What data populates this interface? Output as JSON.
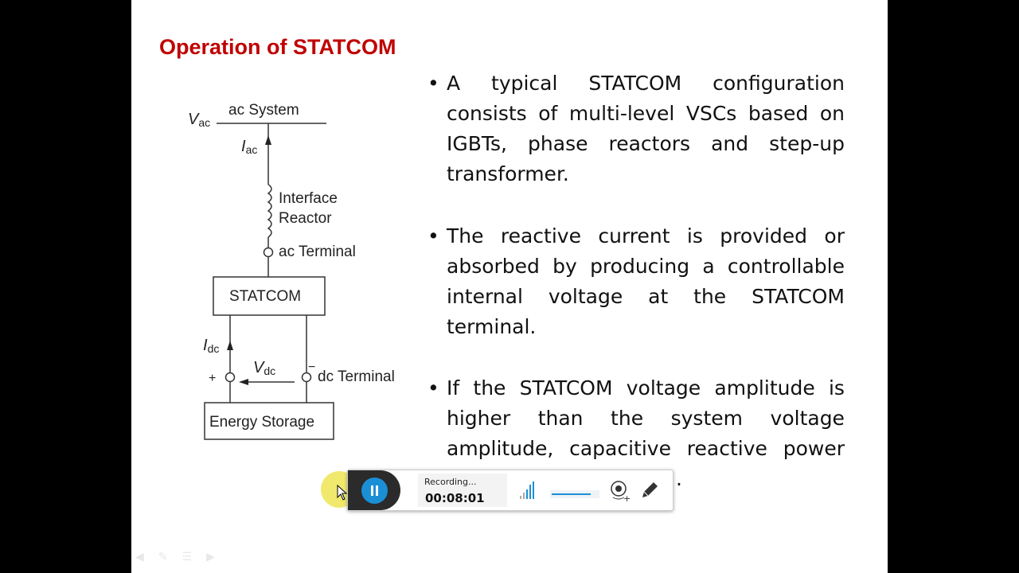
{
  "slide": {
    "title": "Operation of STATCOM",
    "bullets": [
      {
        "lines": [
          [
            "A",
            "typical",
            "STATCOM",
            "configuration"
          ],
          [
            "consists",
            "of",
            "multi-level",
            "VSCs",
            "based",
            "on"
          ],
          [
            "IGBTs,",
            "phase",
            "reactors",
            "and",
            "step-up"
          ],
          [
            "transformer."
          ]
        ]
      },
      {
        "lines": [
          [
            "The",
            "reactive",
            "current",
            "is",
            "provided",
            "or"
          ],
          [
            "absorbed",
            "by",
            "producing",
            "a",
            "controllable"
          ],
          [
            "internal",
            "voltage",
            "at",
            "the",
            "STATCOM"
          ],
          [
            "terminal."
          ]
        ]
      },
      {
        "lines": [
          [
            "If",
            "the",
            "STATCOM",
            "voltage",
            "amplitude",
            "is"
          ],
          [
            "higher",
            "than",
            "the",
            "system",
            "voltage"
          ],
          [
            "amplitude,",
            "capacitive",
            "reactive",
            "power"
          ]
        ],
        "tail": "."
      }
    ],
    "bullet_char": "•",
    "diagram": {
      "vac": "V",
      "vac_sub": "ac",
      "ac_system": "ac System",
      "iac": "I",
      "iac_sub": "ac",
      "interface": "Interface",
      "reactor": "Reactor",
      "ac_terminal": "ac Terminal",
      "statcom": "STATCOM",
      "idc": "I",
      "idc_sub": "dc",
      "plus": "+",
      "vdc": "V",
      "vdc_sub": "dc",
      "minus": "−",
      "dc_terminal": "dc Terminal",
      "energy_storage": "Energy Storage"
    },
    "title_color": "#c00000"
  },
  "recorder": {
    "status": "Recording...",
    "elapsed": "00:08:01",
    "volume_level": 0.85,
    "icons": [
      "pause-icon",
      "audio-level-icon",
      "volume-slider",
      "webcam-icon",
      "pen-icon"
    ],
    "accent": "#1b8fd6"
  },
  "slide_controls": [
    "previous-icon",
    "pen-icon",
    "menu-icon",
    "next-icon"
  ]
}
